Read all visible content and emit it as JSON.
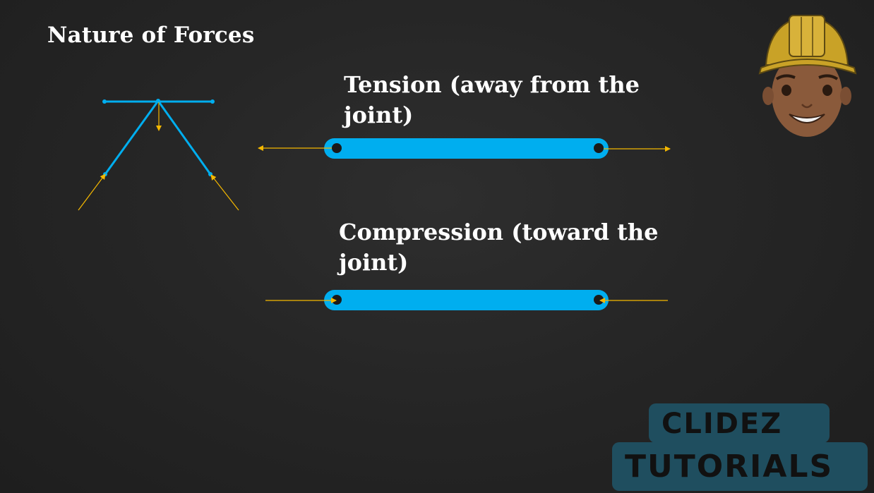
{
  "slide": {
    "title": "Nature of Forces"
  },
  "tension": {
    "label": "Tension (away from the joint)"
  },
  "compression": {
    "label": "Compression (toward the joint)"
  },
  "brand": {
    "line1": "CLIDEZ",
    "line2": "TUTORIALS"
  },
  "colors": {
    "member": "#00aeef",
    "arrow": "#f5b800",
    "pin": "#1a1a1a",
    "text": "#ffffff",
    "brand_bg": "#1f4e5f"
  },
  "icons": {
    "mascot": "engineer-mascot-icon"
  }
}
